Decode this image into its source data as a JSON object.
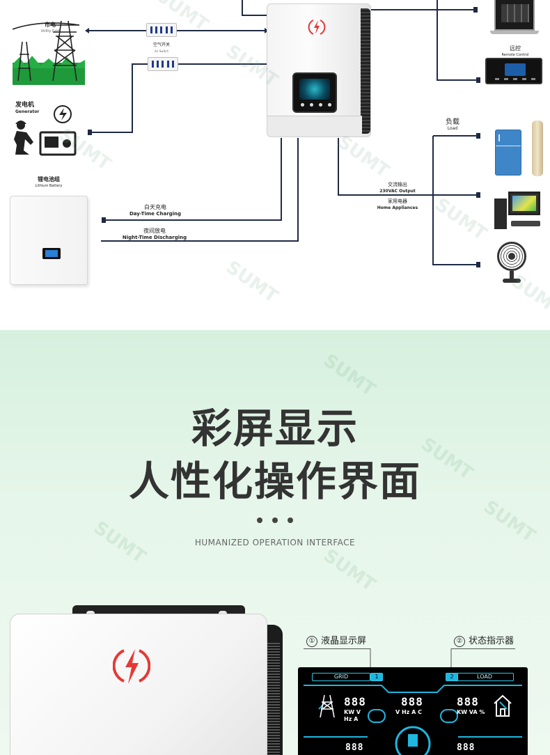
{
  "diagram": {
    "grid": {
      "cn": "市电",
      "en": "Utility Grid"
    },
    "breaker_label": {
      "cn": "空气开关",
      "en": "Air Switch"
    },
    "generator": {
      "cn": "发电机",
      "en": "Generator"
    },
    "battery": {
      "cn": "锂电池组",
      "en": "Lithium Battery"
    },
    "day_charging": {
      "cn": "白天充电",
      "en": "Day-Time Charging"
    },
    "night_discharging": {
      "cn": "夜间放电",
      "en": "Night-Time Discharging"
    },
    "ac_output": {
      "cn": "交流输出",
      "en": "230VAC Output"
    },
    "home_appliances": {
      "cn": "家用电器",
      "en": "Home Appliances"
    },
    "remote": {
      "cn": "远控",
      "en": "Remote Control"
    },
    "load": {
      "cn": "负载",
      "en": "Load"
    },
    "watermark": "SUMT",
    "line_color": "#1f2a44",
    "bolt_color": "#e53935"
  },
  "feature": {
    "title_line1": "彩屏显示",
    "title_line2": "人性化操作界面",
    "subtitle": "HUMANIZED OPERATION INTERFACE",
    "callouts": [
      {
        "num": "①",
        "label": "液晶显示屏"
      },
      {
        "num": "②",
        "label": "状态指示器"
      }
    ],
    "lcd": {
      "tab_left": "GRID",
      "tab_right": "LOAD",
      "marker_1": "1",
      "marker_2": "2",
      "digits": "888",
      "unit_kw_v": "KW  V",
      "unit_hz_a": "Hz  A",
      "unit_v_hz_a_c": "V  Hz  A  C",
      "unit_kw_va_pct": "KW  VA  %"
    },
    "accent_color": "#1eb7e0",
    "background_color": "#d6f0de"
  }
}
